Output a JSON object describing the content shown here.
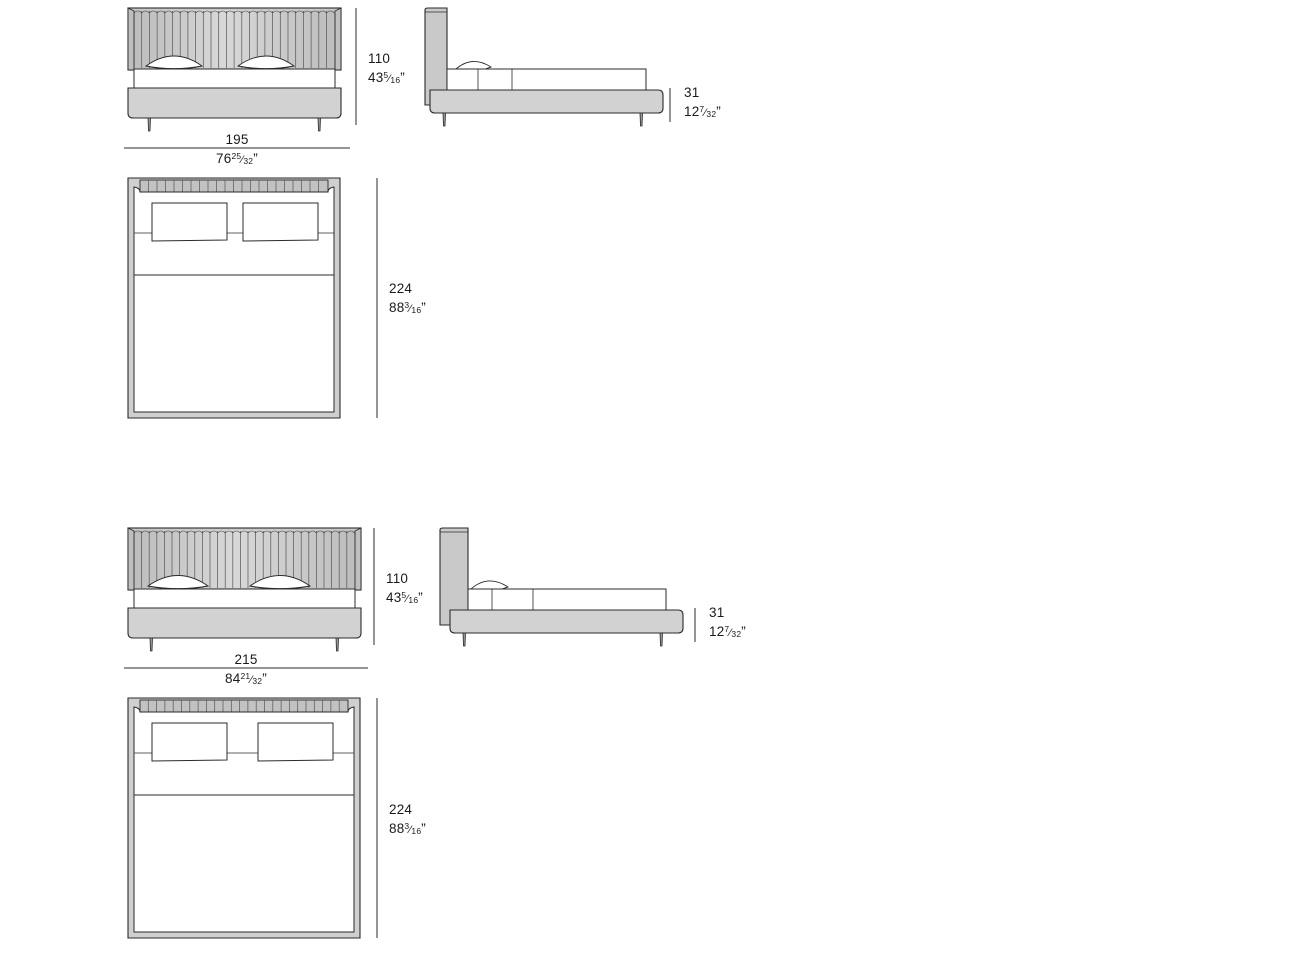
{
  "document": {
    "type": "technical-dimension-drawing",
    "subject": "upholstered bed with channeled headboard",
    "background_color": "#ffffff",
    "line_color": "#2b2b2b",
    "fill_light": "#d6d6d6",
    "fill_mid": "#c9c9c9",
    "fill_dark": "#b3b3b3",
    "fill_white": "#ffffff"
  },
  "configurations": [
    {
      "id": "config-195",
      "name": "Bed size 195",
      "front_view": {
        "name": "front-elevation",
        "height_label": {
          "metric": "110",
          "imperial_whole": "43",
          "imperial_num": "5",
          "imperial_den": "16",
          "imperial_mark": "”"
        },
        "width_label": {
          "metric": "195",
          "imperial_whole": "76",
          "imperial_num": "25",
          "imperial_den": "32",
          "imperial_mark": "”"
        },
        "channel_count": 26,
        "pillow_count": 2,
        "leg_count": 2
      },
      "side_view": {
        "name": "side-elevation",
        "height_label": {
          "metric": "31",
          "imperial_whole": "12",
          "imperial_num": "7",
          "imperial_den": "32",
          "imperial_mark": "”"
        },
        "pillow_count": 1,
        "leg_count": 2
      },
      "top_view": {
        "name": "plan-view",
        "depth_label": {
          "metric": "224",
          "imperial_whole": "88",
          "imperial_num": "3",
          "imperial_den": "16",
          "imperial_mark": "”"
        },
        "channel_count": 22,
        "pillow_count": 2
      }
    },
    {
      "id": "config-215",
      "name": "Bed size 215",
      "front_view": {
        "name": "front-elevation",
        "height_label": {
          "metric": "110",
          "imperial_whole": "43",
          "imperial_num": "5",
          "imperial_den": "16",
          "imperial_mark": "”"
        },
        "width_label": {
          "metric": "215",
          "imperial_whole": "84",
          "imperial_num": "21",
          "imperial_den": "32",
          "imperial_mark": "”"
        },
        "channel_count": 29,
        "pillow_count": 2,
        "leg_count": 2
      },
      "side_view": {
        "name": "side-elevation",
        "height_label": {
          "metric": "31",
          "imperial_whole": "12",
          "imperial_num": "7",
          "imperial_den": "32",
          "imperial_mark": "”"
        },
        "pillow_count": 1,
        "leg_count": 2
      },
      "top_view": {
        "name": "plan-view",
        "depth_label": {
          "metric": "224",
          "imperial_whole": "88",
          "imperial_num": "3",
          "imperial_den": "16",
          "imperial_mark": "”"
        },
        "channel_count": 24,
        "pillow_count": 2
      }
    }
  ]
}
